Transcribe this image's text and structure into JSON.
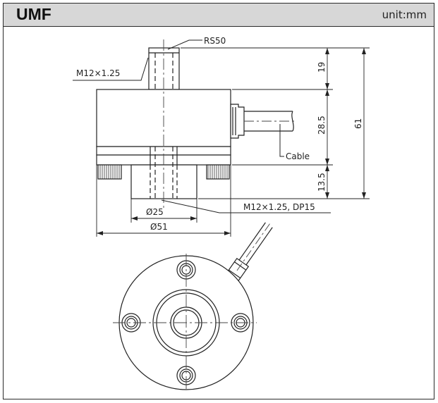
{
  "header": {
    "title": "UMF",
    "unit": "unit:mm"
  },
  "labels": {
    "thread_top": "M12×1.25",
    "rs": "RS50",
    "cable": "Cable",
    "thread_bottom": "M12×1.25, DP15",
    "dia_inner": "Ø25",
    "dia_outer": "Ø51",
    "dim_19": "19",
    "dim_28_5": "28.5",
    "dim_13_5": "13.5",
    "dim_61": "61"
  }
}
